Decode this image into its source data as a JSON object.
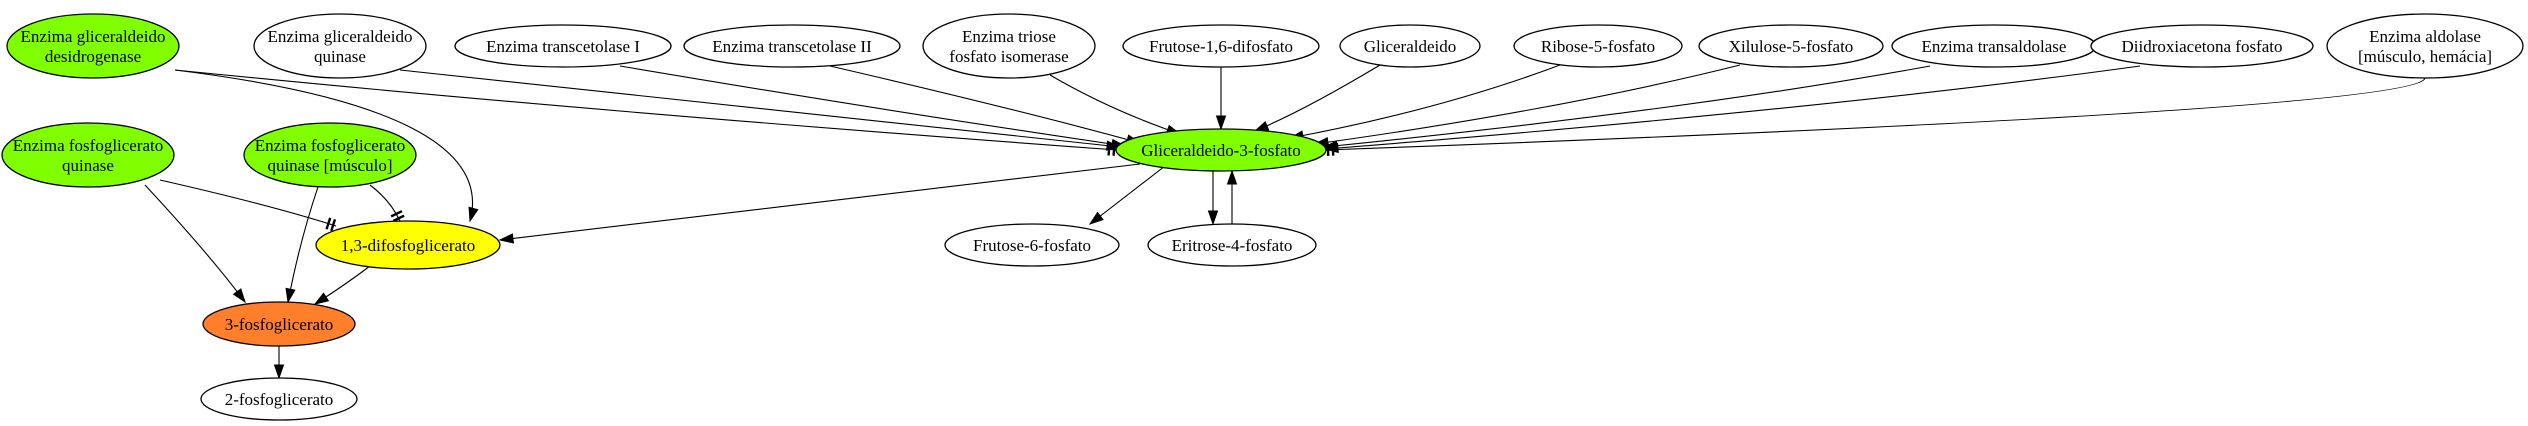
{
  "nodes": [
    {
      "id": "n_gapdh",
      "lines": [
        "Enzima gliceraldeido",
        "desidrogenase"
      ],
      "fill": "#7fff00"
    },
    {
      "id": "n_gk",
      "lines": [
        "Enzima gliceraldeido",
        "quinase"
      ],
      "fill": "#ffffff"
    },
    {
      "id": "n_tk1",
      "lines": [
        "Enzima transcetolase I"
      ],
      "fill": "#ffffff"
    },
    {
      "id": "n_tk2",
      "lines": [
        "Enzima transcetolase II"
      ],
      "fill": "#ffffff"
    },
    {
      "id": "n_tpi",
      "lines": [
        "Enzima triose",
        "fosfato isomerase"
      ],
      "fill": "#ffffff"
    },
    {
      "id": "n_fbp",
      "lines": [
        "Frutose-1,6-difosfato"
      ],
      "fill": "#ffffff"
    },
    {
      "id": "n_glyc",
      "lines": [
        "Gliceraldeido"
      ],
      "fill": "#ffffff"
    },
    {
      "id": "n_r5p",
      "lines": [
        "Ribose-5-fosfato"
      ],
      "fill": "#ffffff"
    },
    {
      "id": "n_x5p",
      "lines": [
        "Xilulose-5-fosfato"
      ],
      "fill": "#ffffff"
    },
    {
      "id": "n_ta",
      "lines": [
        "Enzima transaldolase"
      ],
      "fill": "#ffffff"
    },
    {
      "id": "n_dhap",
      "lines": [
        "Diidroxiacetona fosfato"
      ],
      "fill": "#ffffff"
    },
    {
      "id": "n_ald",
      "lines": [
        "Enzima aldolase",
        "[músculo, hemácia]"
      ],
      "fill": "#ffffff"
    },
    {
      "id": "n_pgk",
      "lines": [
        "Enzima fosfoglicerato",
        "quinase"
      ],
      "fill": "#7fff00"
    },
    {
      "id": "n_pgkm",
      "lines": [
        "Enzima fosfoglicerato",
        "quinase [músculo]"
      ],
      "fill": "#7fff00"
    },
    {
      "id": "n_g3p",
      "lines": [
        "Gliceraldeido-3-fosfato"
      ],
      "fill": "#7fff00"
    },
    {
      "id": "n_bpg",
      "lines": [
        "1,3-difosfoglicerato"
      ],
      "fill": "#ffff00"
    },
    {
      "id": "n_f6p",
      "lines": [
        "Frutose-6-fosfato"
      ],
      "fill": "#ffffff"
    },
    {
      "id": "n_e4p",
      "lines": [
        "Eritrose-4-fosfato"
      ],
      "fill": "#ffffff"
    },
    {
      "id": "n_3pg",
      "lines": [
        "3-fosfoglicerato"
      ],
      "fill": "#ff7f2a"
    },
    {
      "id": "n_2pg",
      "lines": [
        "2-fosfoglicerato"
      ],
      "fill": "#ffffff"
    }
  ],
  "edges": [
    {
      "from": "n_gapdh",
      "to": "n_g3p",
      "type": "tee"
    },
    {
      "from": "n_gapdh",
      "to": "n_bpg",
      "type": "arrow"
    },
    {
      "from": "n_gk",
      "to": "n_g3p",
      "type": "arrow"
    },
    {
      "from": "n_tk1",
      "to": "n_g3p",
      "type": "arrow"
    },
    {
      "from": "n_tk2",
      "to": "n_g3p",
      "type": "arrow"
    },
    {
      "from": "n_tpi",
      "to": "n_g3p",
      "type": "arrow"
    },
    {
      "from": "n_fbp",
      "to": "n_g3p",
      "type": "arrow"
    },
    {
      "from": "n_glyc",
      "to": "n_g3p",
      "type": "arrow"
    },
    {
      "from": "n_r5p",
      "to": "n_g3p",
      "type": "arrow"
    },
    {
      "from": "n_x5p",
      "to": "n_g3p",
      "type": "arrow"
    },
    {
      "from": "n_ta",
      "to": "n_g3p",
      "type": "arrow"
    },
    {
      "from": "n_dhap",
      "to": "n_g3p",
      "type": "arrow"
    },
    {
      "from": "n_ald",
      "to": "n_g3p",
      "type": "tee"
    },
    {
      "from": "n_g3p",
      "to": "n_bpg",
      "type": "arrow"
    },
    {
      "from": "n_g3p",
      "to": "n_f6p",
      "type": "arrow"
    },
    {
      "from": "n_g3p",
      "to": "n_e4p",
      "type": "arrow"
    },
    {
      "from": "n_e4p",
      "to": "n_g3p",
      "type": "arrow"
    },
    {
      "from": "n_pgk",
      "to": "n_bpg",
      "type": "tee"
    },
    {
      "from": "n_pgk",
      "to": "n_3pg",
      "type": "arrow"
    },
    {
      "from": "n_pgkm",
      "to": "n_bpg",
      "type": "tee"
    },
    {
      "from": "n_pgkm",
      "to": "n_3pg",
      "type": "arrow"
    },
    {
      "from": "n_bpg",
      "to": "n_3pg",
      "type": "arrow"
    },
    {
      "from": "n_3pg",
      "to": "n_2pg",
      "type": "arrow"
    }
  ]
}
